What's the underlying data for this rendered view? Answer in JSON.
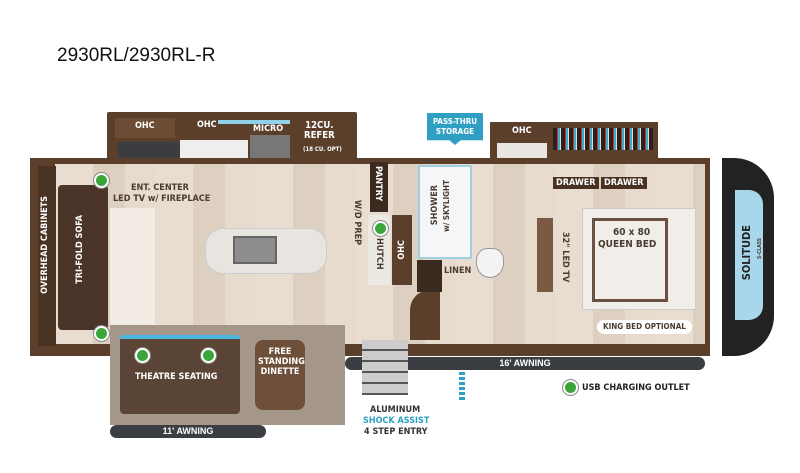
{
  "title": "2930RL/2930RL-R",
  "labels": {
    "ohc_1": "OHC",
    "ohc_2": "OHC",
    "micro": "MICRO",
    "refer": "12CU.\nREFER",
    "refer_opt": "(18 CU. OPT)",
    "ent_center": "ENT. CENTER",
    "led_tv_fireplace": "LED TV w/ FIREPLACE",
    "overhead_cabinets_rear": "OVERHEAD CABINETS",
    "sofa": "TRI-FOLD SOFA",
    "wd_prep": "W/D PREP",
    "pantry": "PANTRY",
    "hutch": "HUTCH",
    "ohc_3": "OHC",
    "pass_thru": "PASS-THRU STORAGE",
    "shower": "SHOWER",
    "skylight": "w/ SKYLIGHT",
    "linen": "LINEN",
    "ohc_4": "OHC",
    "drawer_1": "DRAWER",
    "drawer_2": "DRAWER",
    "tv": "32\" LED TV",
    "bed_size": "60 x 80",
    "bed": "QUEEN BED",
    "king_bed": "KING BED OPTIONAL",
    "overhead_cabinets_front": "OVERHEAD CABINETS",
    "brand": "SOLITUDE",
    "brand_sub": "S-CLASS",
    "theatre": "THEATRE SEATING",
    "dinette": "FREE STANDING DINETTE",
    "awning_11": "11' AWNING",
    "awning_16": "16' AWNING",
    "entry_1": "ALUMINUM",
    "entry_2": "SHOCK ASSIST",
    "entry_3": "4 STEP ENTRY",
    "usb_legend": "USB CHARGING OUTLET"
  },
  "colors": {
    "accent": "#2f9fc4",
    "usb": "#3aa63a"
  }
}
